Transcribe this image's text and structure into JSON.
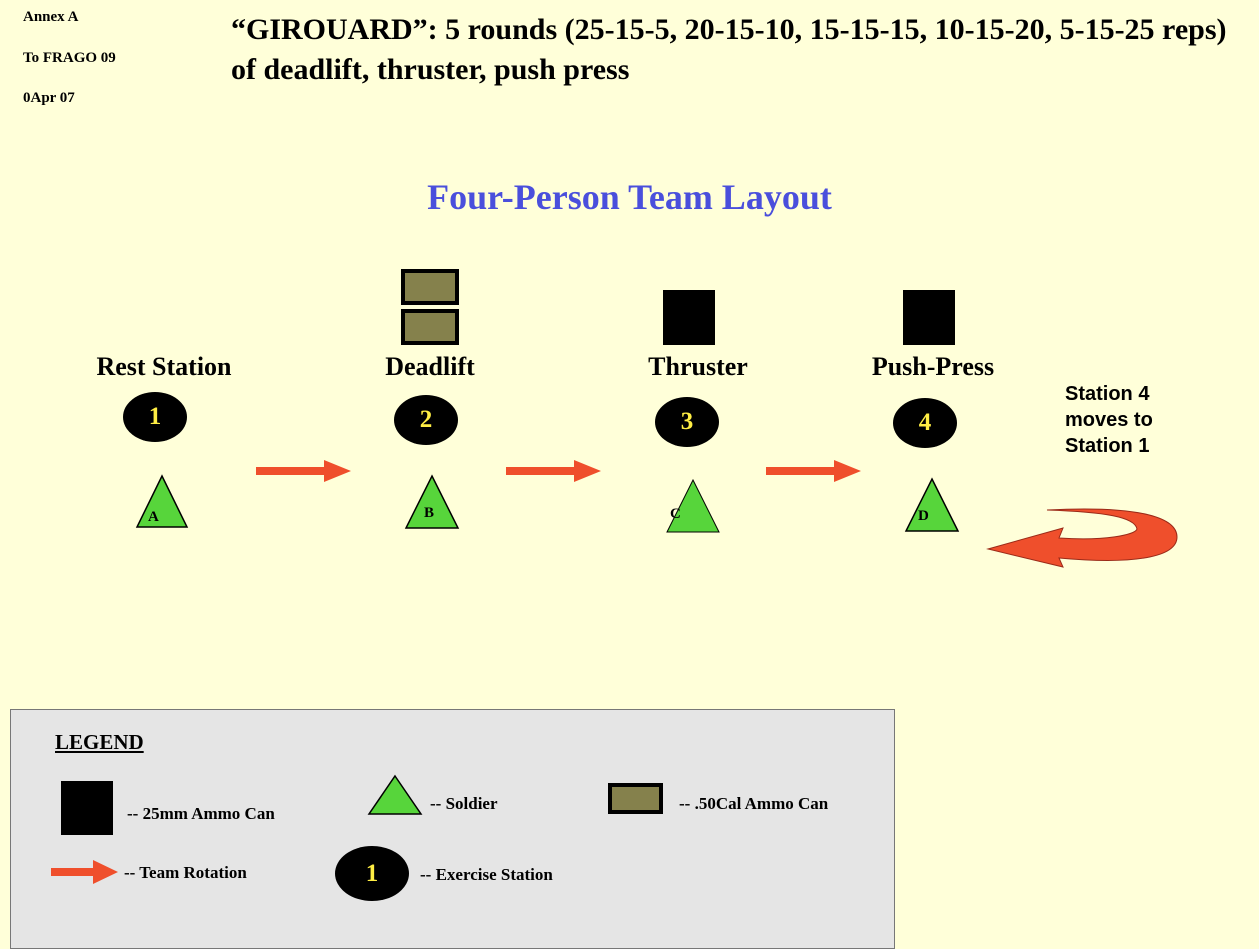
{
  "annex": {
    "line1": "Annex A",
    "line2": "To FRAGO 09",
    "line3": "0Apr 07"
  },
  "title": "“GIROUARD”: 5 rounds (25-15-5, 20-15-10, 15-15-15, 10-15-20, 5-15-25 reps) of deadlift, thruster, push press",
  "subtitle": "Four-Person Team Layout",
  "colors": {
    "background": "#ffffd9",
    "subtitle": "#4a4fdc",
    "soldier": "#57d53b",
    "rotation_arrow": "#ef4f2c",
    "ammo_50cal": "#85814c",
    "station_number": "#ffee44",
    "legend_background": "#e5e5e5"
  },
  "stations": [
    {
      "label": "Rest Station",
      "number": "1",
      "soldier": "A",
      "equipment": "none"
    },
    {
      "label": "Deadlift",
      "number": "2",
      "soldier": "B",
      "equipment": "two .50Cal ammo cans"
    },
    {
      "label": "Thruster",
      "number": "3",
      "soldier": "C",
      "equipment": "25mm ammo can"
    },
    {
      "label": "Push-Press",
      "number": "4",
      "soldier": "D",
      "equipment": "25mm ammo can"
    }
  ],
  "rotation_note": {
    "line1": "Station 4",
    "line2": "moves to",
    "line3": "Station 1"
  },
  "legend": {
    "title": "LEGEND",
    "items": [
      {
        "icon": "25mm-ammo-can-icon",
        "text": "-- 25mm Ammo Can"
      },
      {
        "icon": "soldier-icon",
        "text": "-- Soldier"
      },
      {
        "icon": "50cal-ammo-can-icon",
        "text": "-- .50Cal Ammo Can"
      },
      {
        "icon": "team-rotation-arrow-icon",
        "text": "-- Team Rotation"
      },
      {
        "icon": "exercise-station-icon",
        "text": "-- Exercise Station",
        "sample_number": "1"
      }
    ]
  }
}
